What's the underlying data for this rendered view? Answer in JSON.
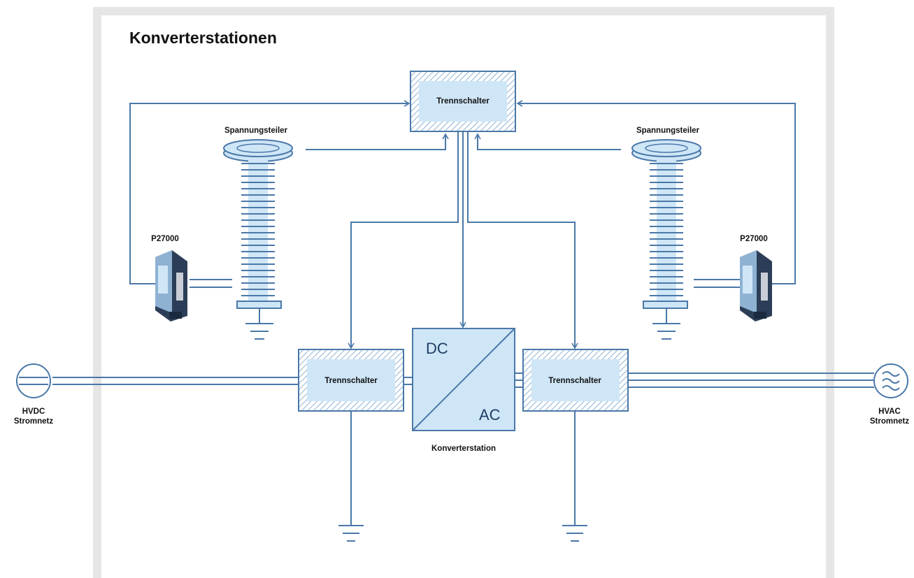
{
  "title": "Konverterstationen",
  "colors": {
    "line": "#4a78a8",
    "fill": "#cfe6f7",
    "hatch": "#8fb2d3",
    "frame": "#e6e6e6"
  },
  "diagram": {
    "switch_label": "Trennschalter",
    "divider_label": "Spannungsteiler",
    "device_label": "P27000",
    "converter": {
      "dc_label": "DC",
      "ac_label": "AC",
      "caption": "Konverterstation"
    },
    "hvdc": {
      "line1": "HVDC",
      "line2": "Stromnetz",
      "icon": "dc-grid-icon"
    },
    "hvac": {
      "line1": "HVAC",
      "line2": "Stromnetz",
      "icon": "ac-grid-icon"
    }
  }
}
